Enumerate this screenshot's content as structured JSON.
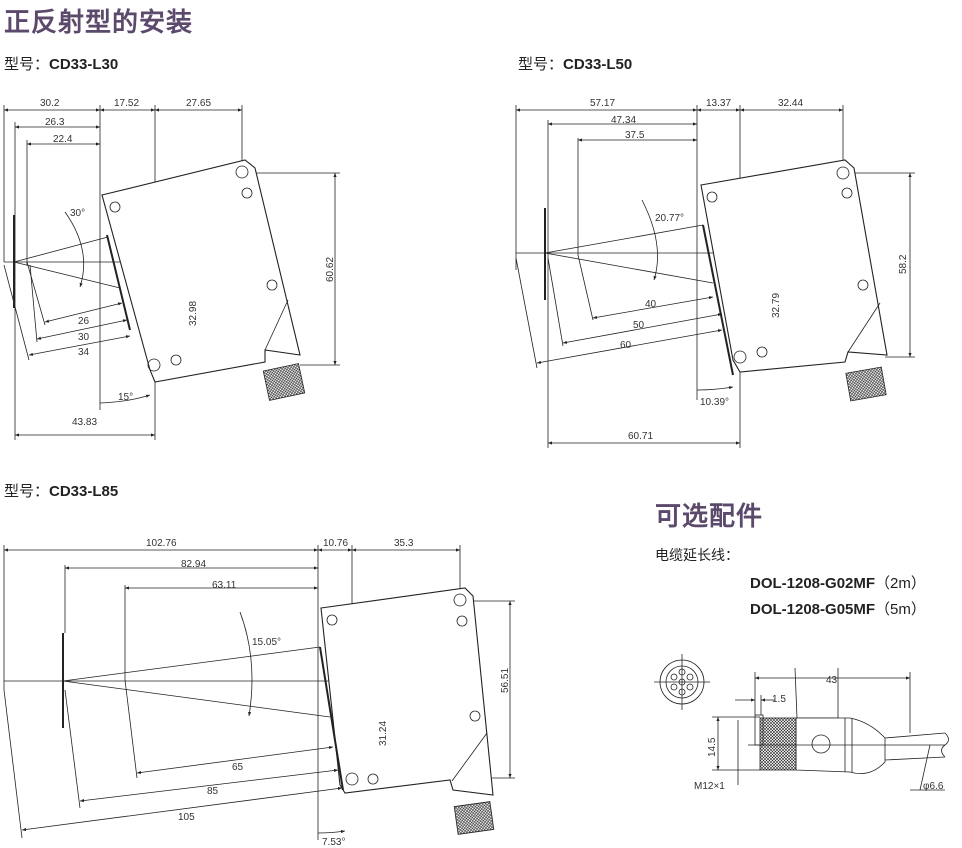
{
  "section_title": "正反射型的安装",
  "models": [
    {
      "prefix": "型号：",
      "name": "CD33-L30",
      "dims": {
        "a": "30.2",
        "b": "17.52",
        "c": "27.65",
        "d": "26.3",
        "e": "22.4",
        "angle": "30°",
        "r1": "26",
        "r2": "30",
        "r3": "34",
        "h1": "32.98",
        "h2": "60.62",
        "tilt": "15°",
        "bottom": "43.83"
      }
    },
    {
      "prefix": "型号：",
      "name": "CD33-L50",
      "dims": {
        "a": "57.17",
        "b": "13.37",
        "c": "32.44",
        "d": "47.34",
        "e": "37.5",
        "angle": "20.77°",
        "r1": "40",
        "r2": "50",
        "r3": "60",
        "h1": "32.79",
        "h2": "58.2",
        "tilt": "10.39°",
        "bottom": "60.71"
      }
    },
    {
      "prefix": "型号：",
      "name": "CD33-L85",
      "dims": {
        "a": "102.76",
        "b": "10.76",
        "c": "35.3",
        "d": "82.94",
        "e": "63.11",
        "angle": "15.05°",
        "r1": "65",
        "r2": "85",
        "r3": "105",
        "h1": "31.24",
        "h2": "56.51",
        "tilt": "7.53°"
      }
    }
  ],
  "accessories": {
    "title": "可选配件",
    "subtitle": "电缆延长线：",
    "parts": [
      {
        "name": "DOL-1208-G02MF",
        "length": "（2m）"
      },
      {
        "name": "DOL-1208-G05MF",
        "length": "（5m）"
      }
    ],
    "dims": {
      "length": "43",
      "gap": "1.5",
      "height": "14.5",
      "thread": "M12×1",
      "diameter": "φ6.6"
    }
  }
}
